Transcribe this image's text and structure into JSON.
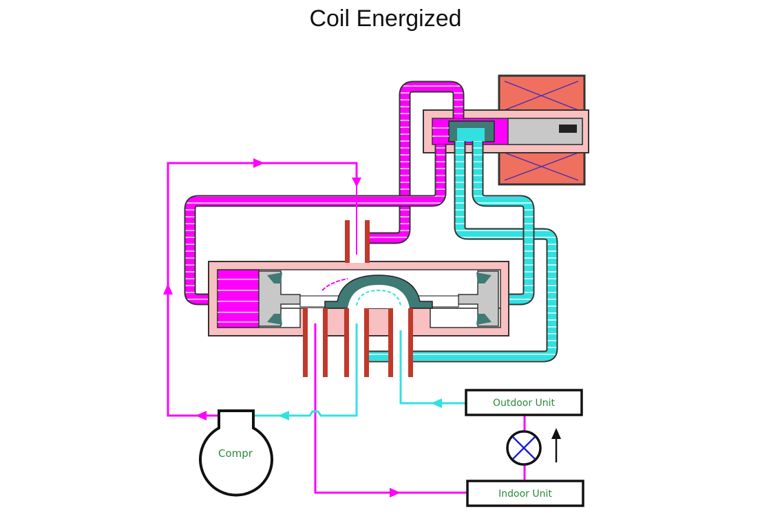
{
  "title": "Coil Energized",
  "labels": {
    "compressor": "Compr",
    "outdoor_unit": "Outdoor Unit",
    "indoor_unit": "Indoor Unit"
  },
  "colors": {
    "hot_gas": "#ff00ff",
    "cold_gas": "#33e0e0",
    "valve_body": "#f8c0c0",
    "coil": "#f07060",
    "piston": "#c8c8c8",
    "slide": "#3f7a74",
    "tube_wall": "#c0392b",
    "label_text": "#2a8a3a"
  },
  "components": [
    {
      "name": "solenoid-coil",
      "state": "energized"
    },
    {
      "name": "pilot-valve"
    },
    {
      "name": "main-reversing-valve"
    },
    {
      "name": "compressor"
    },
    {
      "name": "outdoor-unit"
    },
    {
      "name": "indoor-unit"
    },
    {
      "name": "expansion-valve"
    }
  ],
  "flow_direction_arrow": "up"
}
